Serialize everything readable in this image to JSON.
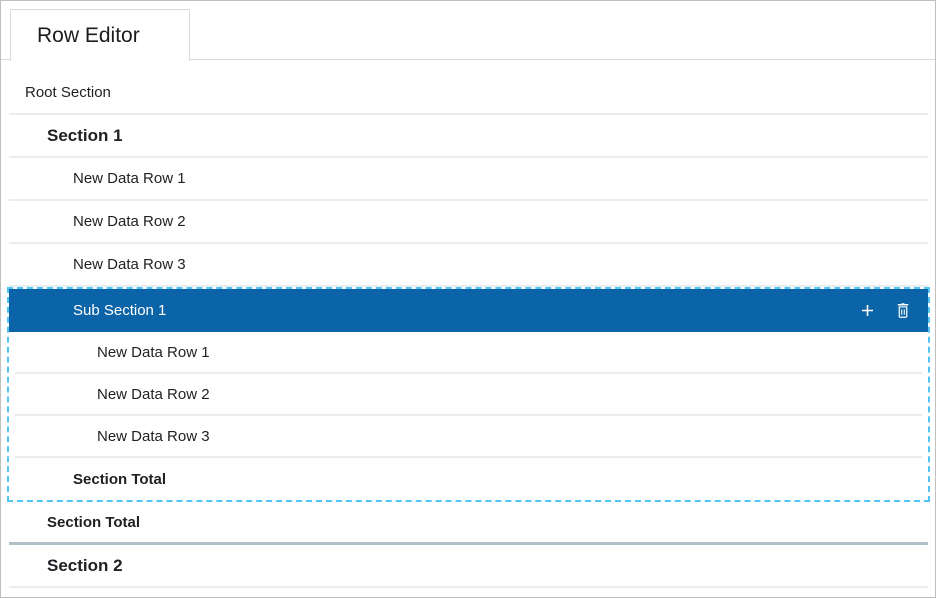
{
  "tab": {
    "label": "Row Editor"
  },
  "editor": {
    "root_row": {
      "label": "Root Section"
    },
    "section_1": {
      "label": "Section 1",
      "data_rows": [
        "New Data Row 1",
        "New Data Row 2",
        "New Data Row 3"
      ],
      "sub_section_1": {
        "label": "Sub Section 1",
        "selected": true,
        "actions": [
          {
            "name": "add-row",
            "icon": "plus-icon"
          },
          {
            "name": "delete-row",
            "icon": "trash-icon"
          }
        ],
        "data_rows": [
          "New Data Row 1",
          "New Data Row 2",
          "New Data Row 3"
        ],
        "total_label": "Section Total"
      },
      "total_label": "Section Total"
    },
    "section_2": {
      "label": "Section 2"
    }
  },
  "colors": {
    "selected_row_bg": "#0b63a8",
    "selected_row_text": "#ffffff",
    "selection_outline": "#53c5f5",
    "row_divider": "#e9edf0",
    "section_divider": "#b0bec5",
    "tab_border": "#d9d9d9"
  }
}
